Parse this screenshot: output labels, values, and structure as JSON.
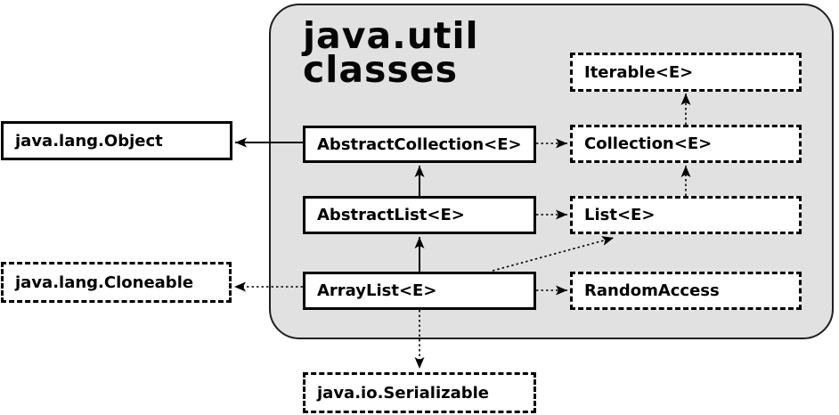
{
  "title": {
    "line1": "java.util",
    "line2": "classes"
  },
  "nodes": {
    "object": {
      "label": "java.lang.Object",
      "kind": "class"
    },
    "cloneable": {
      "label": "java.lang.Cloneable",
      "kind": "interface"
    },
    "serializable": {
      "label": "java.io.Serializable",
      "kind": "interface"
    },
    "abstract_collection": {
      "label": "AbstractCollection<E>",
      "kind": "class"
    },
    "abstract_list": {
      "label": "AbstractList<E>",
      "kind": "class"
    },
    "array_list": {
      "label": "ArrayList<E>",
      "kind": "class"
    },
    "iterable": {
      "label": "Iterable<E>",
      "kind": "interface"
    },
    "collection": {
      "label": "Collection<E>",
      "kind": "interface"
    },
    "list": {
      "label": "List<E>",
      "kind": "interface"
    },
    "random_access": {
      "label": "RandomAccess",
      "kind": "interface"
    }
  },
  "edges": [
    {
      "from": "AbstractCollection<E>",
      "to": "java.lang.Object",
      "line": "solid"
    },
    {
      "from": "AbstractList<E>",
      "to": "AbstractCollection<E>",
      "line": "solid"
    },
    {
      "from": "ArrayList<E>",
      "to": "AbstractList<E>",
      "line": "solid"
    },
    {
      "from": "AbstractCollection<E>",
      "to": "Collection<E>",
      "line": "dotted"
    },
    {
      "from": "Collection<E>",
      "to": "Iterable<E>",
      "line": "dotted"
    },
    {
      "from": "AbstractList<E>",
      "to": "List<E>",
      "line": "dotted"
    },
    {
      "from": "List<E>",
      "to": "Collection<E>",
      "line": "dotted"
    },
    {
      "from": "ArrayList<E>",
      "to": "List<E>",
      "line": "dotted"
    },
    {
      "from": "ArrayList<E>",
      "to": "RandomAccess",
      "line": "dotted"
    },
    {
      "from": "ArrayList<E>",
      "to": "java.lang.Cloneable",
      "line": "dotted"
    },
    {
      "from": "ArrayList<E>",
      "to": "java.io.Serializable",
      "line": "dotted"
    }
  ],
  "colors": {
    "canvas_bg": "#ffffff",
    "package_fill": "#e1e1e1",
    "package_border": "#1f1f1f",
    "node_fill": "#ffffff",
    "line_color": "#000000",
    "text_color": "#000000"
  }
}
